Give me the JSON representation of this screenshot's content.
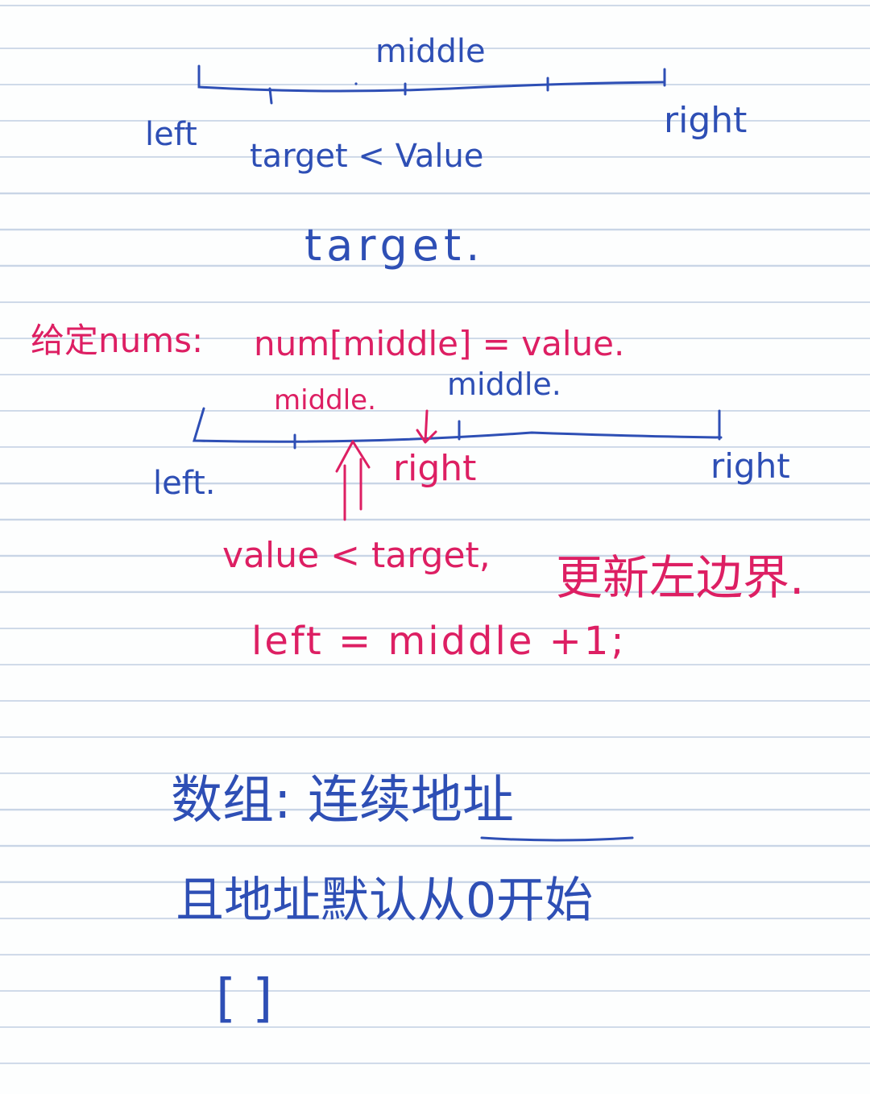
{
  "colors": {
    "paper": "#fdfefe",
    "rule_line": "#c9d5e6",
    "blue_ink": "#2e4fb5",
    "pink_ink": "#dd1f63"
  },
  "diagram1": {
    "middle": "middle",
    "left": "left",
    "right": "right",
    "condition": "target < Value",
    "target": "target."
  },
  "section2": {
    "given": "给定nums:",
    "assignment": "num[middle] = value.",
    "middle_a": "middle.",
    "middle_b": "middle.",
    "left": "left.",
    "right_mid": "right",
    "right_end": "right",
    "condition": "value < target,",
    "update_note": "更新左边界.",
    "update_code": "left = middle +1;"
  },
  "section3": {
    "array_title": "数组: 连续地址",
    "array_note": "且地址默认从0开始",
    "brackets": "[        ]"
  }
}
